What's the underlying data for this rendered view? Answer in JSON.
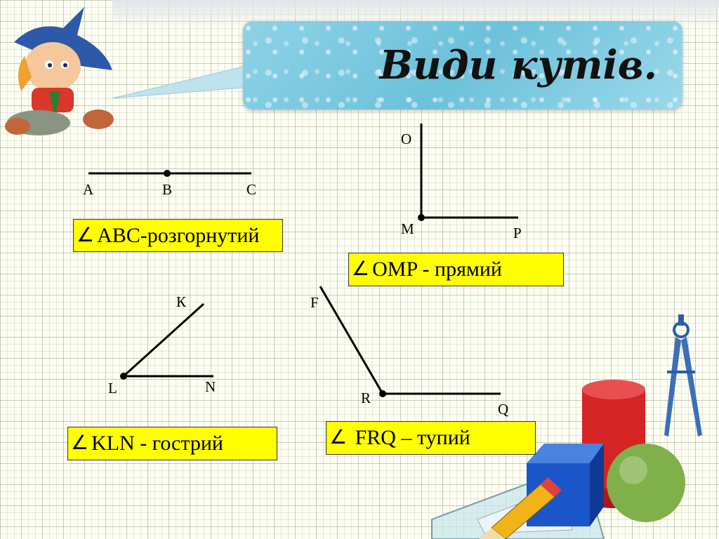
{
  "title": "Види кутів.",
  "angles": [
    {
      "id": "abc",
      "symbol": "∠",
      "name": "ABC-розгорнутий",
      "points": [
        "A",
        "B",
        "C"
      ]
    },
    {
      "id": "omp",
      "symbol": "∠",
      "name": "OMP - прямий",
      "points": [
        "O",
        "M",
        "P"
      ]
    },
    {
      "id": "kln",
      "symbol": "∠",
      "name": "KLN - гострий",
      "points": [
        "К",
        "L",
        "N"
      ]
    },
    {
      "id": "frq",
      "symbol": "∠",
      "name": " FRQ – тупий",
      "points": [
        "F",
        "R",
        "Q"
      ]
    }
  ],
  "colors": {
    "label_bg": "#ffff00",
    "title_bg": "#6cc1db",
    "line": "#000000"
  },
  "decor": [
    "wizard-boy",
    "compass-icon",
    "ruler-triangle",
    "pencil-icon",
    "cylinder-shape",
    "cube-shape",
    "sphere-shape"
  ]
}
